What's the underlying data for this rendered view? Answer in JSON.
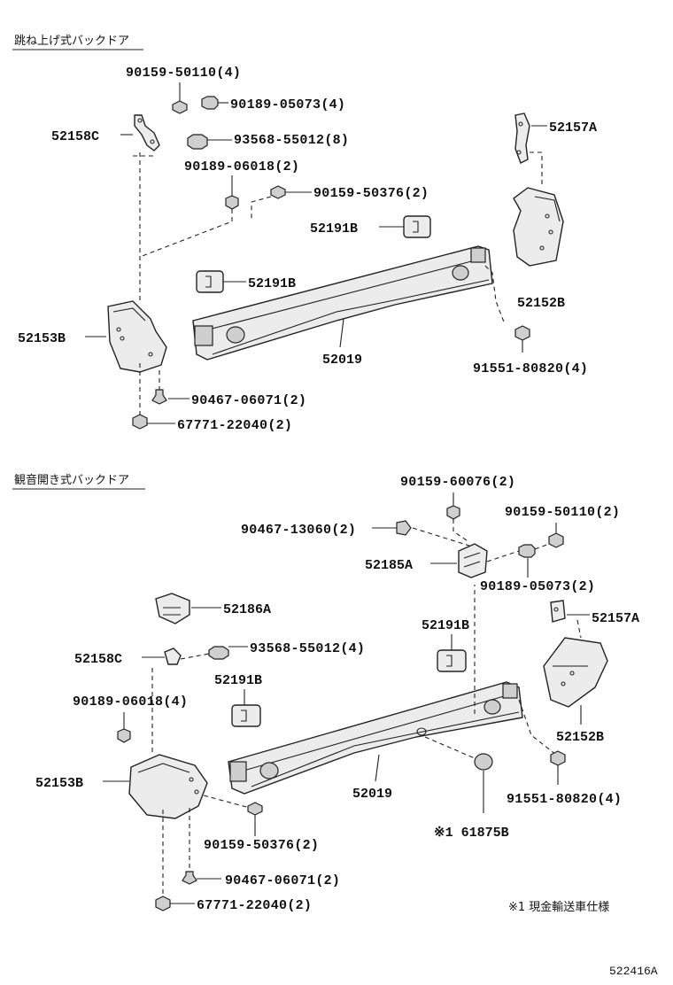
{
  "sections": {
    "top_title": "跳ね上げ式バックドア",
    "bottom_title": "観音開き式バックドア"
  },
  "labels": {
    "t_90159_50110": "90159-50110(4)",
    "t_90189_05073": "90189-05073(4)",
    "t_52158C": "52158C",
    "t_93568_55012": "93568-55012(8)",
    "t_90189_06018": "90189-06018(2)",
    "t_90159_50376": "90159-50376(2)",
    "t_52157A": "52157A",
    "t_52191B_a": "52191B",
    "t_52191B_b": "52191B",
    "t_52152B": "52152B",
    "t_52153B": "52153B",
    "t_52019": "52019",
    "t_91551_80820": "91551-80820(4)",
    "t_90467_06071": "90467-06071(2)",
    "t_67771_22040": "67771-22040(2)",
    "b_90159_60076": "90159-60076(2)",
    "b_90159_50110": "90159-50110(2)",
    "b_90467_13060": "90467-13060(2)",
    "b_52185A": "52185A",
    "b_90189_05073": "90189-05073(2)",
    "b_52186A": "52186A",
    "b_52191B_a": "52191B",
    "b_52157A": "52157A",
    "b_52158C": "52158C",
    "b_93568_55012": "93568-55012(4)",
    "b_52191B_b": "52191B",
    "b_90189_06018": "90189-06018(4)",
    "b_52152B": "52152B",
    "b_52153B": "52153B",
    "b_52019": "52019",
    "b_91551_80820": "91551-80820(4)",
    "b_90159_50376": "90159-50376(2)",
    "b_61875B": "※1 61875B",
    "b_90467_06071": "90467-06071(2)",
    "b_67771_22040": "67771-22040(2)"
  },
  "footnote": "※1 現金輸送車仕様",
  "diagram_code": "522416A"
}
